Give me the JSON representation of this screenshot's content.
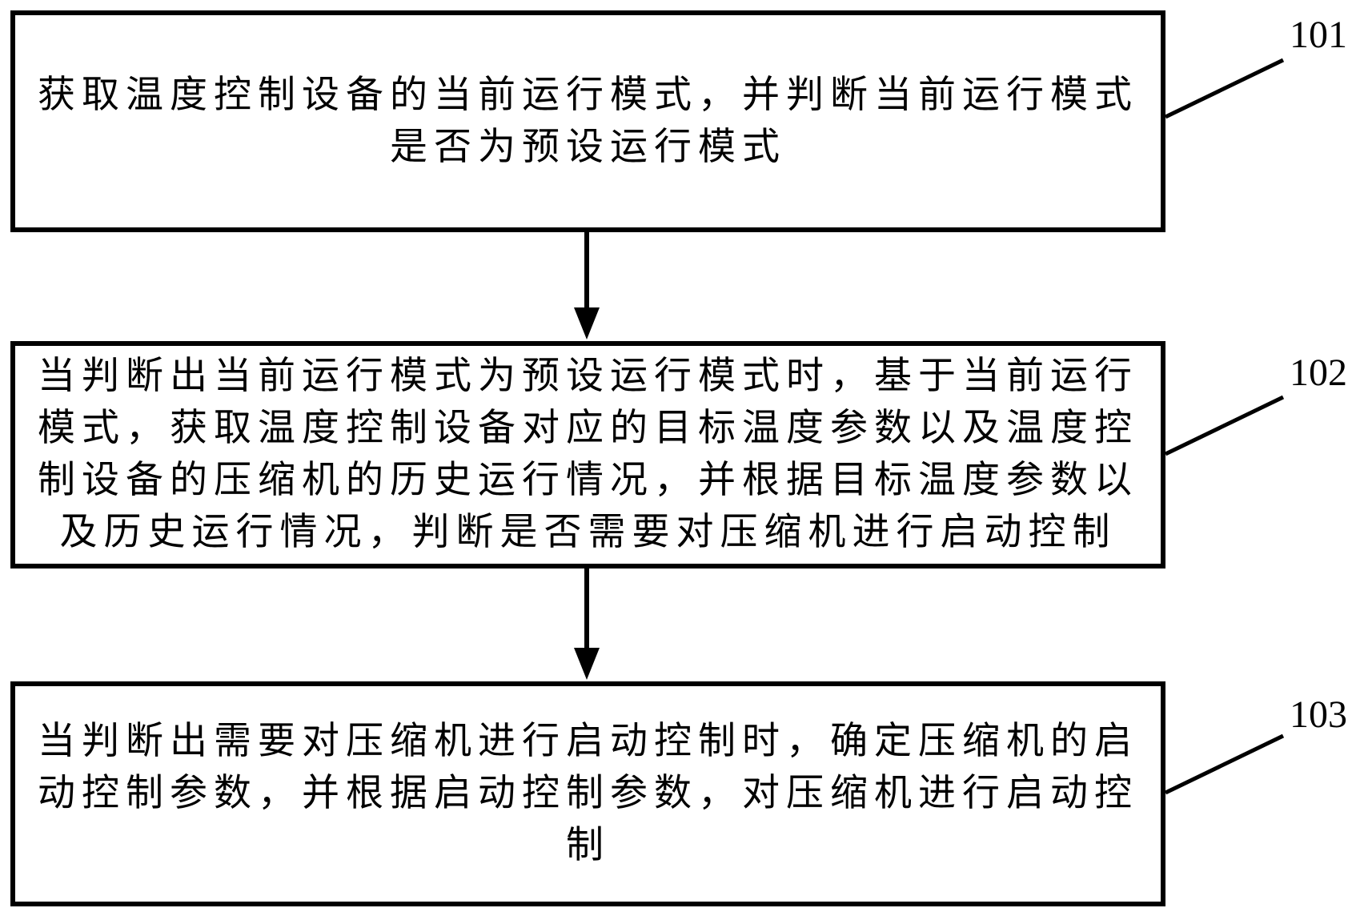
{
  "figure": {
    "type": "flowchart",
    "background_color": "#ffffff",
    "line_color": "#000000",
    "text_color": "#000000"
  },
  "boxes": [
    {
      "id": "101",
      "label": "101",
      "lines": [
        "获取温度控制设备的当前运行模式，并判断当前运行模式",
        "是否为预设运行模式"
      ]
    },
    {
      "id": "102",
      "label": "102",
      "lines": [
        "当判断出当前运行模式为预设运行模式时，基于当前运行",
        "模式，获取温度控制设备对应的目标温度参数以及温度控",
        "制设备的压缩机的历史运行情况，并根据目标温度参数以",
        "及历史运行情况，判断是否需要对压缩机进行启动控制"
      ]
    },
    {
      "id": "103",
      "label": "103",
      "lines": [
        "当判断出需要对压缩机进行启动控制时，确定压缩机的启",
        "动控制参数，并根据启动控制参数，对压缩机进行启动控",
        "制"
      ]
    }
  ]
}
